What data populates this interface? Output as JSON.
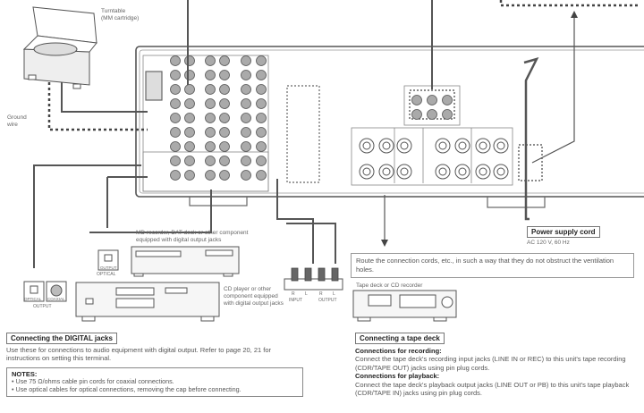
{
  "labels": {
    "turntable": "Turntable",
    "turntable_sub": "(MM cartridge)",
    "ground_wire_1": "Ground",
    "ground_wire_2": "wire",
    "md_recorder_1": "MD recorder, DAT deck or other component",
    "md_recorder_2": "equipped with digital output jacks",
    "cd_player_1": "CD player or other",
    "cd_player_2": "component equipped",
    "cd_player_3": "with digital output jacks",
    "optical": "OPTICAL",
    "coaxial": "COAXIAL",
    "output": "OUTPUT",
    "md_output": "OUTPUT",
    "md_optical": "OPTICAL",
    "r": "R",
    "l": "L",
    "r2": "R",
    "l2": "L",
    "input": "INPUT",
    "output2": "OUTPUT",
    "tape_deck": "Tape deck or CD recorder",
    "power_cord": "Power supply cord",
    "power_spec": "AC 120 V, 60 Hz"
  },
  "route_note": "Route the connection cords, etc., in such a way that they do not obstruct the ventilation holes.",
  "digital": {
    "heading": "Connecting the DIGITAL jacks",
    "body": "Use these for connections to audio equipment with digital output. Refer to page 20, 21 for instructions on setting this terminal.",
    "notes_heading": "NOTES:",
    "notes": [
      "• Use 75 Ω/ohms cable pin cords for coaxial connections.",
      "• Use optical cables for optical connections, removing the cap before connecting."
    ]
  },
  "tape": {
    "heading": "Connecting a tape deck",
    "rec_heading": "Connections for recording:",
    "rec_body": "Connect the tape deck's recording input jacks (LINE IN or REC) to this unit's tape recording (CDR/TAPE OUT) jacks using pin plug cords.",
    "play_heading": "Connections for playback:",
    "play_body": "Connect the tape deck's playback output jacks (LINE OUT or PB) to this unit's tape playback (CDR/TAPE IN) jacks using pin plug cords."
  }
}
